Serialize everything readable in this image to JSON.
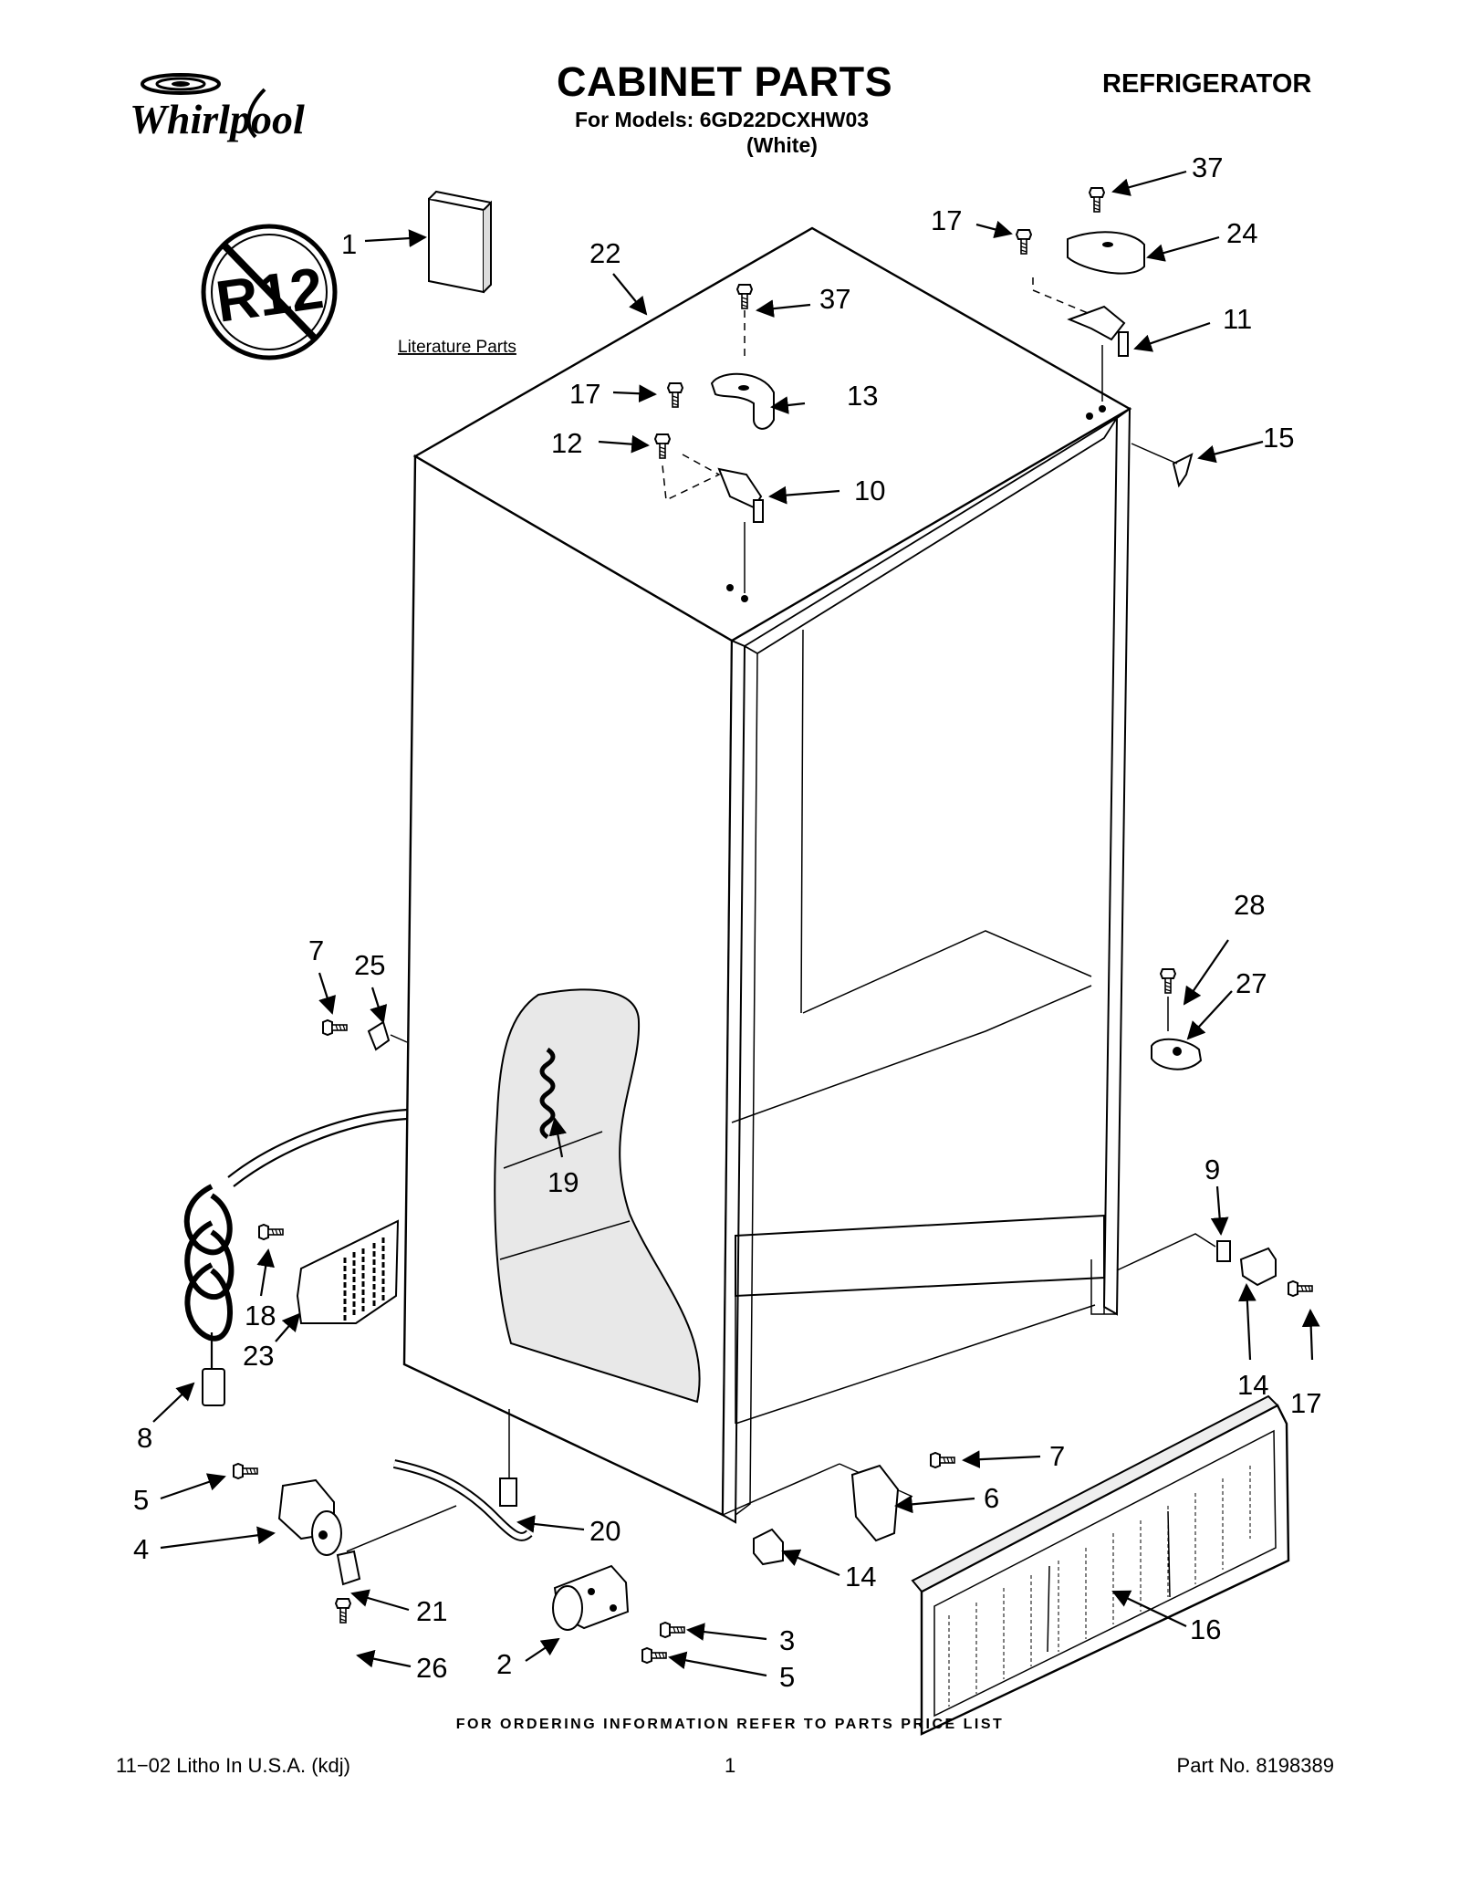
{
  "header": {
    "brand": "Whirlpool",
    "title": "CABINET PARTS",
    "models_label": "For Models: 6GD22DCXHW03",
    "color_label": "(White)",
    "category": "REFRIGERATOR"
  },
  "badge": {
    "text": "R12"
  },
  "literature": {
    "label": "Literature Parts"
  },
  "callouts": {
    "c1": "1",
    "c22": "22",
    "c37a": "37",
    "c17a": "17",
    "c13": "13",
    "c12": "12",
    "c10": "10",
    "c17b": "17",
    "c37b": "37",
    "c24": "24",
    "c11": "11",
    "c15": "15",
    "c28": "28",
    "c27": "27",
    "c7a": "7",
    "c25": "25",
    "c19": "19",
    "c18": "18",
    "c23": "23",
    "c8": "8",
    "c9": "9",
    "c14a": "14",
    "c17c": "17",
    "c7b": "7",
    "c6": "6",
    "c14b": "14",
    "c16": "16",
    "c5a": "5",
    "c4": "4",
    "c20": "20",
    "c21": "21",
    "c26": "26",
    "c2": "2",
    "c3": "3",
    "c5b": "5"
  },
  "footer": {
    "ordering_note": "FOR ORDERING INFORMATION REFER TO PARTS PRICE LIST",
    "litho": "11−02 Litho In U.S.A. (kdj)",
    "page_number": "1",
    "part_no": "Part No. 8198389"
  }
}
